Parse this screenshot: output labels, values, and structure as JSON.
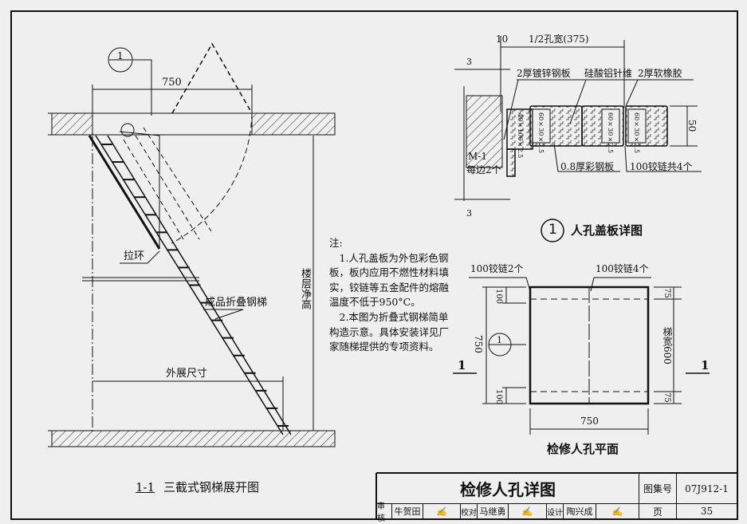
{
  "section_view": {
    "callout": "1",
    "width_dim": "750",
    "pull_ring": "拉环",
    "ladder": "成品折叠钢梯",
    "floor_height": "楼层净高",
    "extension": "外展尺寸",
    "caption_num": "1-1",
    "caption": "三截式钢梯展开图"
  },
  "detail": {
    "dim_10": "10",
    "half_width": "1/2孔宽(375)",
    "galv_plate": "2厚镀锌钢板",
    "fiber": "硅酸铝针维",
    "rubber": "2厚软橡胶",
    "m1": "M-1",
    "per_side": "每边2个",
    "color_plate": "0.8厚彩钢板",
    "hinges": "100铰链共4个",
    "thickness": "50",
    "tube1": "40×100×2.5",
    "tube2": "60×30×2.5",
    "weld": "3",
    "caption_num": "1",
    "caption": "人孔盖板详图"
  },
  "notes": {
    "title": "注:",
    "items": [
      "1.人孔盖板为外包彩色钢板，板内应用不燃性材料填实，铰链等五金配件的熔融温度不低于950°C。",
      "2.本图为折叠式钢梯简单构造示意。具体安装详见厂家随梯提供的专项资料。"
    ]
  },
  "plan": {
    "hinge2": "100铰链2个",
    "hinge4": "100铰链4个",
    "dim_750": "750",
    "dim_100": "100",
    "dim_75": "75",
    "ladder_width": "梯宽600",
    "section_mark": "1",
    "callout": "1",
    "caption": "检修人孔平面"
  },
  "title_block": {
    "title": "检修人孔详图",
    "atlas_label": "图集号",
    "atlas_no": "07J912-1",
    "review_label": "审核",
    "reviewer": "牛贺田",
    "check_label": "校对",
    "checker": "马继勇",
    "design_label": "设计",
    "designer": "陶兴成",
    "page_label": "页",
    "page_no": "35"
  }
}
